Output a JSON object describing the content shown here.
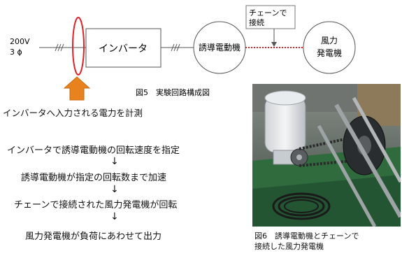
{
  "circuit": {
    "supply_voltage": "200V",
    "supply_phase": "3 ϕ",
    "inverter_label": "インバータ",
    "motor_label": "誘導電動機",
    "chain_label_line1": "チェーンで",
    "chain_label_line2": "接続",
    "generator_label_line1": "風力",
    "generator_label_line2": "発電機",
    "measure_text": "インバータへ入力される電力を計測",
    "caption": "図5　実験回路構成図",
    "colors": {
      "measure_ellipse": "#e0202a",
      "measure_arrow": "#e8821e",
      "chain_line": "#e0202a"
    }
  },
  "flow": {
    "steps": [
      "インバータで誘導電動機の回転速度を指定",
      "誘導電動機が指定の回転数まで加速",
      "チェーンで接続された風力発電機が回転",
      "風力発電機が負荷にあわせて出力"
    ],
    "arrow_glyph": "↓"
  },
  "photo": {
    "caption_line1": "図6　誘導電動機とチェーンで",
    "caption_line2": "接続した風力発電機"
  }
}
